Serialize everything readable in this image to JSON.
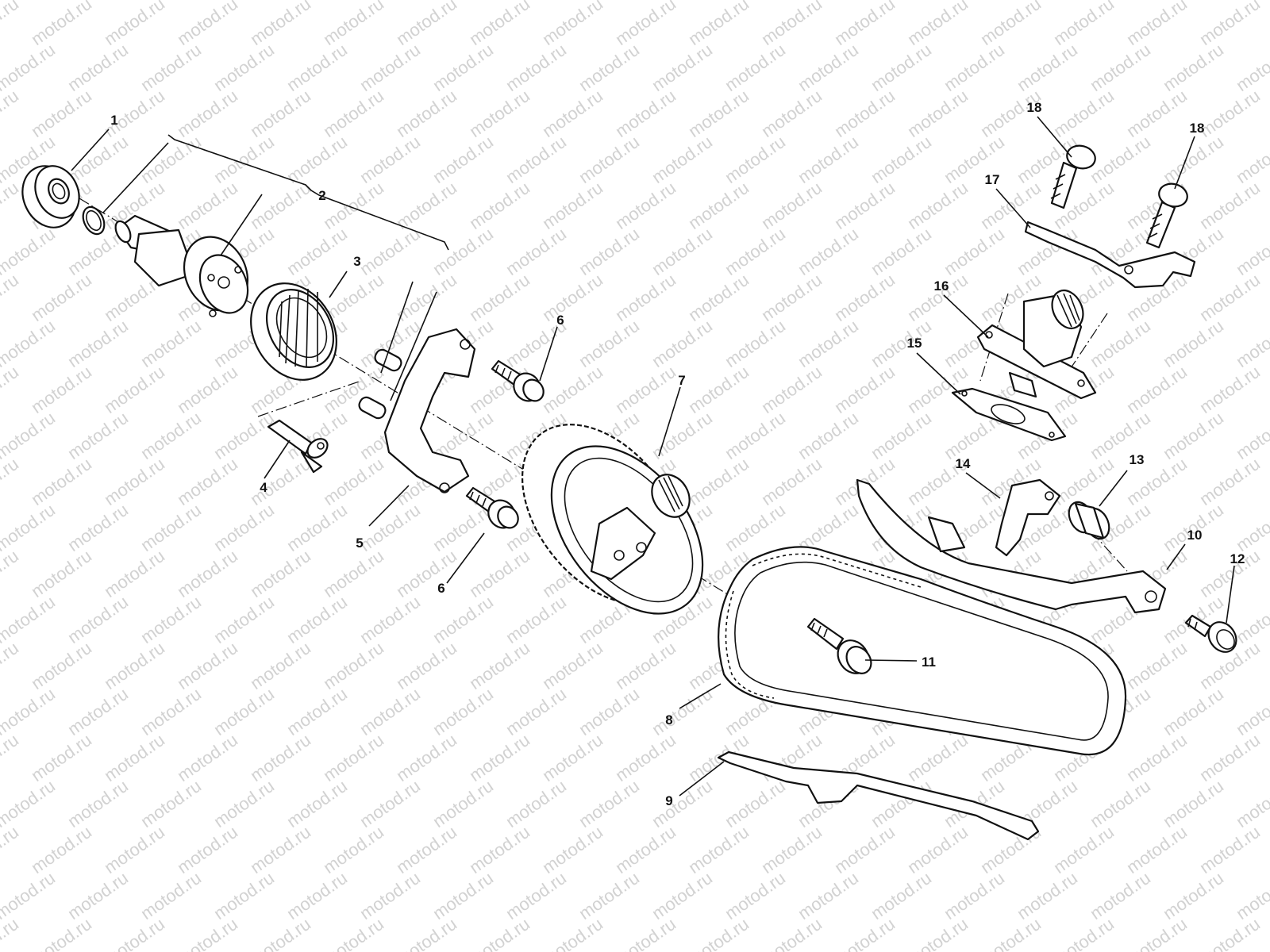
{
  "watermark": "motod.ru",
  "callouts": [
    "1",
    "2",
    "3",
    "4",
    "5",
    "6",
    "6",
    "7",
    "8",
    "9",
    "10",
    "11",
    "12",
    "13",
    "14",
    "15",
    "16",
    "17",
    "18",
    "18"
  ]
}
